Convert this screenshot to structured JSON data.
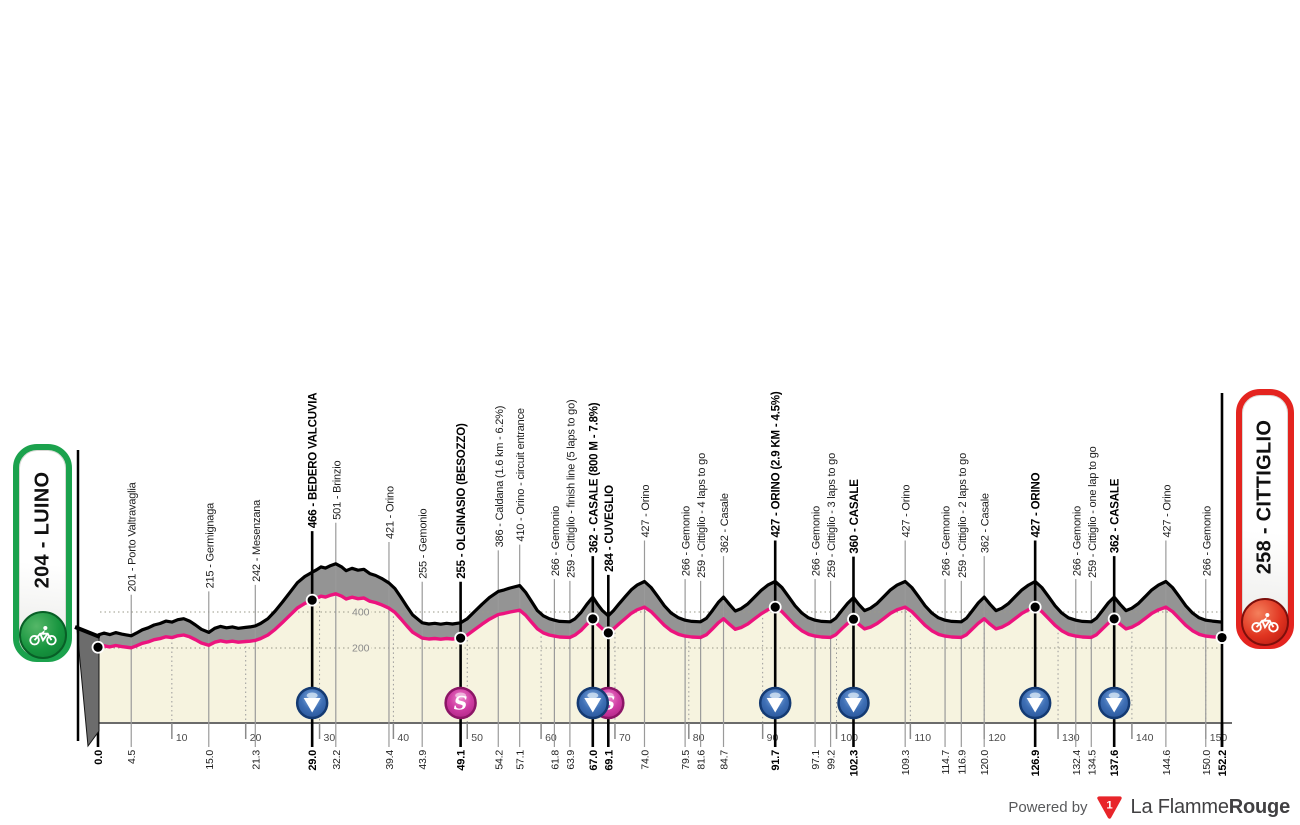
{
  "badges": {
    "start": {
      "label": "204 - LUINO",
      "accent": "#1ba24d"
    },
    "finish": {
      "label": "258 - CITTIGLIO",
      "accent": "#e4241f"
    }
  },
  "footer": {
    "powered_by": "Powered by",
    "brand_regular": "La Flamme",
    "brand_bold": "Rouge",
    "logo_digit": "1"
  },
  "colors": {
    "profile_line": "#000000",
    "gradient_line": "#ec137e",
    "area_fill": "#f6f3df",
    "band_fill": "#949494",
    "slab_fill": "#6c6c6c",
    "grid": "#9a9a9a",
    "axis": "#6b6b6b",
    "climb_icon_blue": "#2a5ca8",
    "sprint_icon_pink": "#c42d96",
    "brand_red": "#e8252a"
  },
  "chart_data": {
    "type": "area",
    "x_unit": "km",
    "y_unit": "m",
    "x_range": [
      0,
      152.2
    ],
    "x_axis_ticks": [
      10,
      20,
      30,
      40,
      50,
      60,
      70,
      80,
      90,
      100,
      110,
      120,
      130,
      140,
      150
    ],
    "y_gridlines": [
      200,
      400
    ],
    "waypoints": [
      {
        "km": 0.0,
        "km_label": "0.0",
        "elev": 204,
        "label": null,
        "bold": true,
        "icon": null
      },
      {
        "km": 4.5,
        "km_label": "4.5",
        "elev": 201,
        "label": "201 - Porto Valtravaglia",
        "bold": false,
        "icon": null
      },
      {
        "km": 15.0,
        "km_label": "15.0",
        "elev": 215,
        "label": "215 - Germignaga",
        "bold": false,
        "icon": null
      },
      {
        "km": 21.3,
        "km_label": "21.3",
        "elev": 242,
        "label": "242 - Mesenzana",
        "bold": false,
        "icon": null
      },
      {
        "km": 29.0,
        "km_label": "29.0",
        "elev": 466,
        "label": "466 - BEDERO VALCUVIA",
        "bold": true,
        "icon": "climb"
      },
      {
        "km": 32.2,
        "km_label": "32.2",
        "elev": 501,
        "label": "501 - Brinzio",
        "bold": false,
        "icon": null
      },
      {
        "km": 39.4,
        "km_label": "39.4",
        "elev": 421,
        "label": "421 - Orino",
        "bold": false,
        "icon": null
      },
      {
        "km": 43.9,
        "km_label": "43.9",
        "elev": 255,
        "label": "255 - Gemonio",
        "bold": false,
        "icon": null
      },
      {
        "km": 49.1,
        "km_label": "49.1",
        "elev": 255,
        "label": "255 - OLGINASIO (BESOZZO)",
        "bold": true,
        "icon": "sprint"
      },
      {
        "km": 54.2,
        "km_label": "54.2",
        "elev": 386,
        "label": "386 - Caldana (1.6 km - 6.2%)",
        "bold": false,
        "icon": null
      },
      {
        "km": 57.1,
        "km_label": "57.1",
        "elev": 410,
        "label": "410 - Orino - circuit entrance",
        "bold": false,
        "icon": null
      },
      {
        "km": 61.8,
        "km_label": "61.8",
        "elev": 266,
        "label": "266 - Gemonio",
        "bold": false,
        "icon": null
      },
      {
        "km": 63.9,
        "km_label": "63.9",
        "elev": 259,
        "label": "259 - Cittiglio - finish line (5 laps to go)",
        "bold": false,
        "icon": null
      },
      {
        "km": 67.0,
        "km_label": "67.0",
        "elev": 362,
        "label": "362 - CASALE (800 M - 7.8%)",
        "bold": true,
        "icon": "climb"
      },
      {
        "km": 69.1,
        "km_label": "69.1",
        "elev": 284,
        "label": "284 - CUVEGLIO",
        "bold": true,
        "icon": "sprint"
      },
      {
        "km": 74.0,
        "km_label": "74.0",
        "elev": 427,
        "label": "427 - Orino",
        "bold": false,
        "icon": null
      },
      {
        "km": 79.5,
        "km_label": "79.5",
        "elev": 266,
        "label": "266 - Gemonio",
        "bold": false,
        "icon": null
      },
      {
        "km": 81.6,
        "km_label": "81.6",
        "elev": 259,
        "label": "259 - Cittiglio - 4 laps to go",
        "bold": false,
        "icon": null
      },
      {
        "km": 84.7,
        "km_label": "84.7",
        "elev": 362,
        "label": "362 - Casale",
        "bold": false,
        "icon": null
      },
      {
        "km": 91.7,
        "km_label": "91.7",
        "elev": 427,
        "label": "427 - ORINO (2.9 KM - 4.5%)",
        "bold": true,
        "icon": "climb"
      },
      {
        "km": 97.1,
        "km_label": "97.1",
        "elev": 266,
        "label": "266 - Gemonio",
        "bold": false,
        "icon": null
      },
      {
        "km": 99.2,
        "km_label": "99.2",
        "elev": 259,
        "label": "259 - Cittiglio - 3 laps to go",
        "bold": false,
        "icon": null
      },
      {
        "km": 102.3,
        "km_label": "102.3",
        "elev": 360,
        "label": "360 - CASALE",
        "bold": true,
        "icon": "climb"
      },
      {
        "km": 109.3,
        "km_label": "109.3",
        "elev": 427,
        "label": "427 - Orino",
        "bold": false,
        "icon": null
      },
      {
        "km": 114.7,
        "km_label": "114.7",
        "elev": 266,
        "label": "266 - Gemonio",
        "bold": false,
        "icon": null
      },
      {
        "km": 116.9,
        "km_label": "116.9",
        "elev": 259,
        "label": "259 - Cittiglio - 2 laps to go",
        "bold": false,
        "icon": null
      },
      {
        "km": 120.0,
        "km_label": "120.0",
        "elev": 362,
        "label": "362 - Casale",
        "bold": false,
        "icon": null
      },
      {
        "km": 126.9,
        "km_label": "126.9",
        "elev": 427,
        "label": "427 - ORINO",
        "bold": true,
        "icon": "climb"
      },
      {
        "km": 132.4,
        "km_label": "132.4",
        "elev": 266,
        "label": "266 - Gemonio",
        "bold": false,
        "icon": null
      },
      {
        "km": 134.5,
        "km_label": "134.5",
        "elev": 259,
        "label": "259 - Cittiglio - one lap to go",
        "bold": false,
        "icon": null
      },
      {
        "km": 137.6,
        "km_label": "137.6",
        "elev": 362,
        "label": "362 - CASALE",
        "bold": true,
        "icon": "climb"
      },
      {
        "km": 144.6,
        "km_label": "144.6",
        "elev": 427,
        "label": "427 - Orino",
        "bold": false,
        "icon": null
      },
      {
        "km": 150.0,
        "km_label": "150.0",
        "elev": 266,
        "label": "266 - Gemonio",
        "bold": false,
        "icon": null
      },
      {
        "km": 152.2,
        "km_label": "152.2",
        "elev": 258,
        "label": null,
        "bold": true,
        "icon": null
      }
    ],
    "profile": [
      [
        0,
        204
      ],
      [
        0.8,
        212
      ],
      [
        1.6,
        206
      ],
      [
        2.4,
        214
      ],
      [
        3.2,
        208
      ],
      [
        4.5,
        201
      ],
      [
        5.2,
        212
      ],
      [
        6,
        226
      ],
      [
        6.8,
        234
      ],
      [
        7.6,
        246
      ],
      [
        8.4,
        252
      ],
      [
        9.2,
        262
      ],
      [
        10,
        258
      ],
      [
        10.8,
        268
      ],
      [
        11.6,
        272
      ],
      [
        12.4,
        262
      ],
      [
        13.2,
        246
      ],
      [
        14,
        228
      ],
      [
        15,
        215
      ],
      [
        15.8,
        232
      ],
      [
        16.6,
        240
      ],
      [
        17.4,
        234
      ],
      [
        18.2,
        238
      ],
      [
        19,
        232
      ],
      [
        20,
        236
      ],
      [
        20.6,
        238
      ],
      [
        21.3,
        242
      ],
      [
        22,
        252
      ],
      [
        23,
        272
      ],
      [
        24,
        304
      ],
      [
        25,
        342
      ],
      [
        26,
        382
      ],
      [
        27,
        422
      ],
      [
        28,
        448
      ],
      [
        29,
        466
      ],
      [
        29.6,
        476
      ],
      [
        30.2,
        488
      ],
      [
        30.8,
        483
      ],
      [
        31.4,
        492
      ],
      [
        32.2,
        501
      ],
      [
        33,
        488
      ],
      [
        33.6,
        472
      ],
      [
        34.4,
        482
      ],
      [
        35.2,
        474
      ],
      [
        36,
        478
      ],
      [
        36.8,
        460
      ],
      [
        37.6,
        452
      ],
      [
        38.4,
        440
      ],
      [
        39.4,
        421
      ],
      [
        40.2,
        398
      ],
      [
        41,
        362
      ],
      [
        41.8,
        324
      ],
      [
        42.6,
        288
      ],
      [
        43.9,
        255
      ],
      [
        44.8,
        250
      ],
      [
        45.6,
        253
      ],
      [
        46.4,
        249
      ],
      [
        47.2,
        253
      ],
      [
        48,
        250
      ],
      [
        49.1,
        255
      ],
      [
        50,
        272
      ],
      [
        51,
        302
      ],
      [
        52,
        332
      ],
      [
        53,
        360
      ],
      [
        54.2,
        386
      ],
      [
        55,
        392
      ],
      [
        55.8,
        400
      ],
      [
        57.1,
        410
      ],
      [
        57.9,
        382
      ],
      [
        58.7,
        344
      ],
      [
        59.5,
        306
      ],
      [
        60.3,
        284
      ],
      [
        61.1,
        272
      ],
      [
        61.8,
        266
      ],
      [
        62.5,
        261
      ],
      [
        63.9,
        259
      ],
      [
        64.6,
        272
      ],
      [
        65.4,
        298
      ],
      [
        66.2,
        332
      ],
      [
        67,
        362
      ],
      [
        67.6,
        334
      ],
      [
        68.3,
        306
      ],
      [
        69.1,
        284
      ],
      [
        69.8,
        306
      ],
      [
        70.6,
        336
      ],
      [
        71.4,
        364
      ],
      [
        72.2,
        392
      ],
      [
        73,
        412
      ],
      [
        74,
        427
      ],
      [
        74.9,
        402
      ],
      [
        75.8,
        364
      ],
      [
        76.7,
        326
      ],
      [
        77.6,
        296
      ],
      [
        78.6,
        276
      ],
      [
        79.5,
        266
      ],
      [
        80.4,
        261
      ],
      [
        81.6,
        259
      ],
      [
        82.4,
        274
      ],
      [
        83.2,
        306
      ],
      [
        84,
        340
      ],
      [
        84.7,
        362
      ],
      [
        85.5,
        332
      ],
      [
        86.3,
        304
      ],
      [
        87.1,
        314
      ],
      [
        88,
        334
      ],
      [
        88.9,
        362
      ],
      [
        89.8,
        390
      ],
      [
        90.7,
        412
      ],
      [
        91.7,
        427
      ],
      [
        92.6,
        402
      ],
      [
        93.5,
        364
      ],
      [
        94.4,
        326
      ],
      [
        95.3,
        296
      ],
      [
        96.2,
        276
      ],
      [
        97.1,
        266
      ],
      [
        98,
        261
      ],
      [
        99.2,
        259
      ],
      [
        99.9,
        274
      ],
      [
        100.7,
        306
      ],
      [
        101.5,
        336
      ],
      [
        102.3,
        360
      ],
      [
        103,
        332
      ],
      [
        103.8,
        306
      ],
      [
        104.6,
        316
      ],
      [
        105.5,
        336
      ],
      [
        106.4,
        364
      ],
      [
        107.3,
        392
      ],
      [
        108.2,
        412
      ],
      [
        109.3,
        427
      ],
      [
        110.2,
        402
      ],
      [
        111.1,
        364
      ],
      [
        112,
        326
      ],
      [
        112.9,
        296
      ],
      [
        113.8,
        276
      ],
      [
        114.7,
        266
      ],
      [
        115.6,
        261
      ],
      [
        116.9,
        259
      ],
      [
        117.6,
        274
      ],
      [
        118.4,
        306
      ],
      [
        119.2,
        338
      ],
      [
        120,
        362
      ],
      [
        120.8,
        332
      ],
      [
        121.6,
        306
      ],
      [
        122.4,
        316
      ],
      [
        123.3,
        336
      ],
      [
        124.2,
        364
      ],
      [
        125.1,
        392
      ],
      [
        126,
        412
      ],
      [
        126.9,
        427
      ],
      [
        127.8,
        402
      ],
      [
        128.7,
        364
      ],
      [
        129.6,
        326
      ],
      [
        130.5,
        296
      ],
      [
        131.4,
        276
      ],
      [
        132.4,
        266
      ],
      [
        133.3,
        261
      ],
      [
        134.5,
        259
      ],
      [
        135.2,
        274
      ],
      [
        136,
        306
      ],
      [
        136.8,
        338
      ],
      [
        137.6,
        362
      ],
      [
        138.4,
        332
      ],
      [
        139.2,
        306
      ],
      [
        140,
        316
      ],
      [
        140.9,
        336
      ],
      [
        141.8,
        364
      ],
      [
        142.7,
        392
      ],
      [
        143.6,
        412
      ],
      [
        144.6,
        427
      ],
      [
        145.5,
        402
      ],
      [
        146.4,
        364
      ],
      [
        147.3,
        326
      ],
      [
        148.2,
        296
      ],
      [
        149.1,
        276
      ],
      [
        150,
        266
      ],
      [
        150.9,
        262
      ],
      [
        152.2,
        258
      ]
    ]
  }
}
